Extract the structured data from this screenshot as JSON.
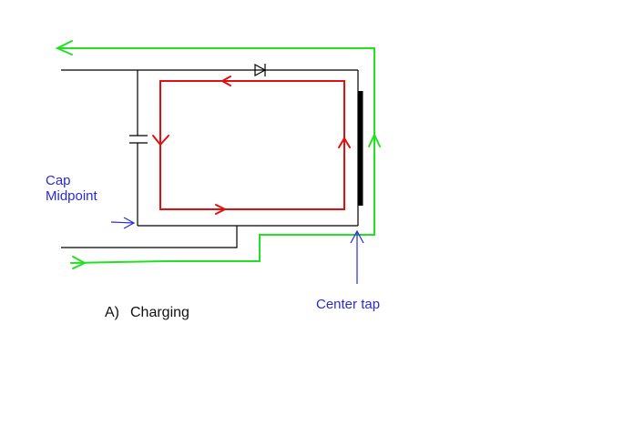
{
  "labels": {
    "cap_line1": "Cap",
    "cap_line2": "Midpoint",
    "center_tap": "Center tap",
    "caption_letter": "A)",
    "caption_text": "Charging"
  },
  "colors": {
    "wire": "#000000",
    "charging_loop": "#e01010",
    "external_path": "#22e022",
    "annotation": "#2a2ad8"
  },
  "components": {
    "capacitor": "capacitor-symbol",
    "diode": "diode-symbol",
    "winding": "transformer-winding-bar"
  }
}
